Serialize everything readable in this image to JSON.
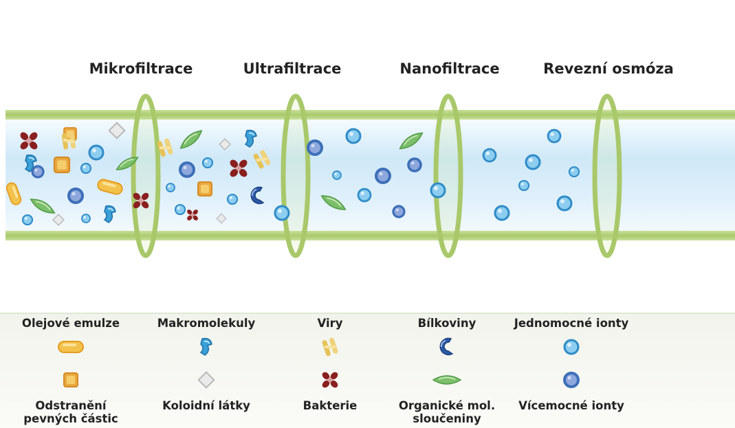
{
  "stages": [
    {
      "id": "mf",
      "title": "Mikrofiltrace"
    },
    {
      "id": "uf",
      "title": "Ultrafiltrace"
    },
    {
      "id": "nf",
      "title": "Nanofiltrace"
    },
    {
      "id": "ro",
      "title": "Revezní osmóza"
    }
  ],
  "legend": {
    "top_row": [
      {
        "label": "Olejové emulze",
        "icon": "oil-emulsion-icon"
      },
      {
        "label": "Makromolekuly",
        "icon": "macromolecule-icon"
      },
      {
        "label": "Viry",
        "icon": "virus-icon"
      },
      {
        "label": "Bílkoviny",
        "icon": "protein-icon"
      },
      {
        "label": "Jednomocné ionty",
        "icon": "monovalent-ion-icon"
      }
    ],
    "bottom_row": [
      {
        "label": "Odstranění pevných částic",
        "lines": [
          "Odstranění",
          "pevných částic"
        ],
        "icon": "solid-particle-icon"
      },
      {
        "label": "Koloidní látky",
        "icon": "colloid-icon"
      },
      {
        "label": "Bakterie",
        "icon": "bacteria-icon"
      },
      {
        "label": "Organické mol. sloučeniny",
        "lines": [
          "Organické mol.",
          "sloučeniny"
        ],
        "icon": "organic-compound-icon"
      },
      {
        "label": "Vícemocné ionty",
        "icon": "multivalent-ion-icon"
      }
    ]
  },
  "colors": {
    "membrane": "#a9c86a",
    "pipe_wall": "#b3d37e",
    "water_light": "#eef8ff",
    "water_mid": "#c8e6f8",
    "particle_oil": "#f3c24c",
    "particle_macro": "#3aa0d6",
    "particle_virus": "#e6c25a",
    "particle_protein": "#2d5aa8",
    "particle_ion_mono": "#8ccdf0",
    "particle_ion_multi": "#3d6fb8",
    "particle_solid": "#e9a840",
    "particle_colloid": "#c9c9c9",
    "particle_bacteria": "#8a1f1f",
    "particle_organic": "#7cbf6a"
  }
}
